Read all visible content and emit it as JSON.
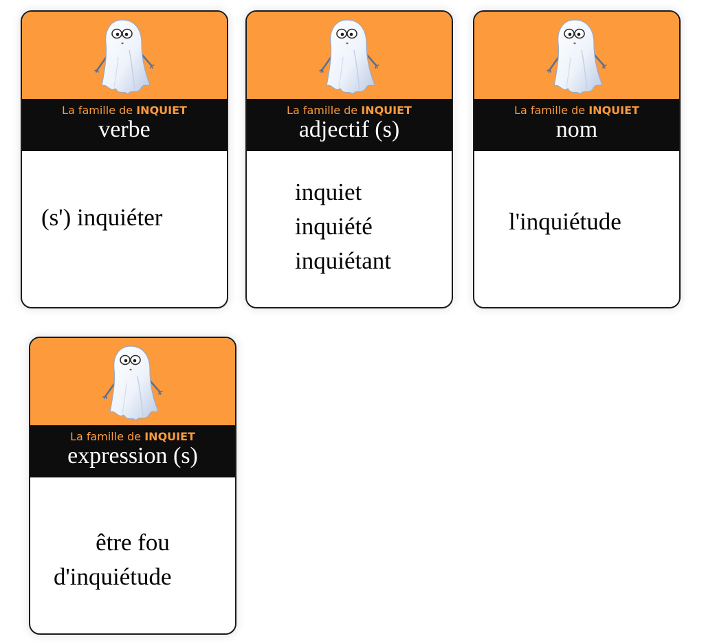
{
  "cards": [
    {
      "family_prefix": "La famille de ",
      "family_word": "INQUIET",
      "category": "verbe",
      "lines": [
        "(s') inquiéter"
      ]
    },
    {
      "family_prefix": "La famille de ",
      "family_word": "INQUIET",
      "category": "adjectif (s)",
      "lines": [
        "inquiet",
        "inquiété",
        "inquiétant"
      ]
    },
    {
      "family_prefix": "La famille de ",
      "family_word": "INQUIET",
      "category": "nom",
      "lines": [
        "l'inquiétude"
      ]
    },
    {
      "family_prefix": "La famille de ",
      "family_word": "INQUIET",
      "category": "expression (s)",
      "lines": [
        "être fou",
        "d'inquiétude"
      ]
    }
  ],
  "icons": {
    "ghost": "ghost-icon"
  },
  "colors": {
    "orange": "#fd9a3c",
    "band": "#0d0d0d",
    "border": "#1a1a1a"
  }
}
